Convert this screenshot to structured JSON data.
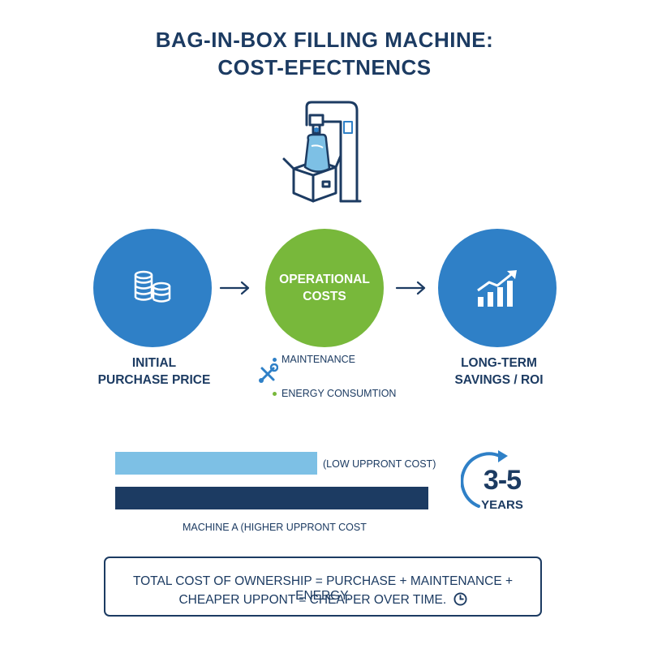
{
  "title": {
    "line1": "BAG-IN-BOX FILLING MACHINE:",
    "line2": "COST-EFECTNENCS"
  },
  "colors": {
    "navy": "#1c3b62",
    "blue": "#2f80c7",
    "green": "#78b83b",
    "light_blue": "#7dc0e5"
  },
  "icons": [
    "machine-icon",
    "coins-icon",
    "growth-chart-icon",
    "tools-icon",
    "cycle-arrow-icon",
    "clock-icon"
  ],
  "steps": {
    "initial": {
      "label_line1": "INITIAL",
      "label_line2": "PURCHASE PRICE"
    },
    "operational": {
      "circle_line1": "OPERATIONAL",
      "circle_line2": "COSTS",
      "bullets": [
        "MAINTENANCE",
        "ENERGY CONSUMTION"
      ]
    },
    "longterm": {
      "label_line1": "LONG-TERM",
      "label_line2": "SAVINGS / ROI"
    }
  },
  "comparison": {
    "light_caption": "(LOW UPPRONT COST)",
    "dark_caption": "MACHINE A (HIGHER UPPRONT COST",
    "years_number": "3-5",
    "years_label": "YEARS"
  },
  "summary": {
    "line1": "TOTAL COST OF OWNERSHIP = PURCHASE + MAINTENANCE + ENERGY.",
    "line2": "CHEAPER UPPONT = CHEAPER OVER TIME."
  }
}
